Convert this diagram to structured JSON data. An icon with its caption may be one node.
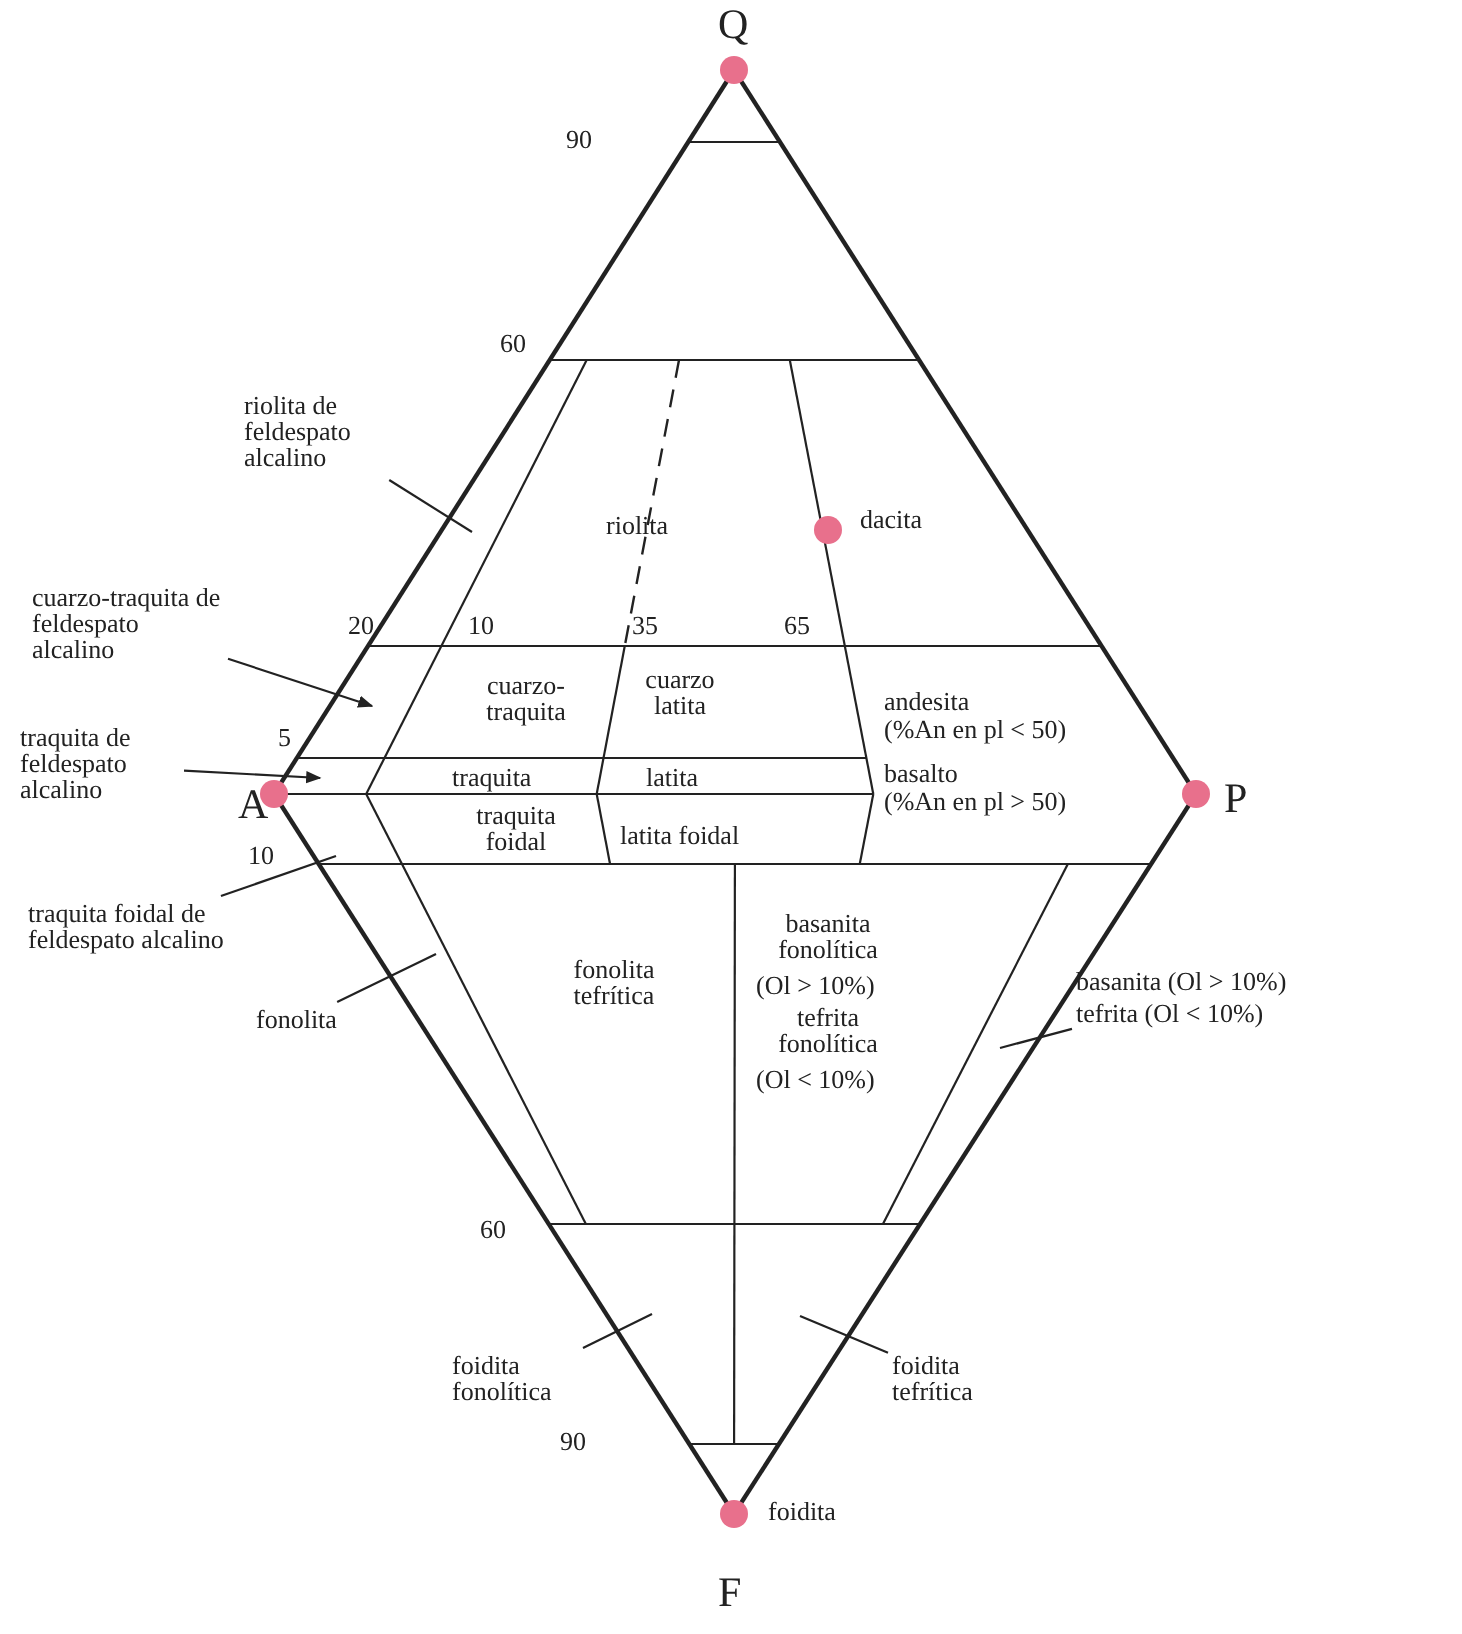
{
  "diagram": {
    "nodes": [
      {
        "text": [
          "riolita de feldespato alcalino"
        ]
      },
      {
        "text": [
          "cuarzo-traquita de feldespato alcalino"
        ]
      },
      {
        "text": [
          "traquita de feldespato alcalino"
        ]
      },
      {
        "text": [
          "traquita foidal de feldespato alcalino"
        ]
      },
      {
        "text": [
          "fonolita"
        ]
      },
      {
        "text": [
          "basanita (Ol > 10%)",
          "tefrita (Ol < 10%)"
        ]
      },
      {
        "text": [
          "foidita fonolítica"
        ]
      },
      {
        "text": [
          "foidita tefrítica"
        ]
      }
    ],
    "edges": [
      {
        "from": 0,
        "to": null,
        "arrow": "none"
      },
      {
        "from": 1,
        "to": null,
        "arrow": "to"
      },
      {
        "from": 2,
        "to": null,
        "arrow": "to"
      },
      {
        "from": 3,
        "to": null,
        "arrow": "none"
      },
      {
        "from": 4,
        "to": null,
        "arrow": "none"
      },
      {
        "from": 5,
        "to": null,
        "arrow": "none"
      },
      {
        "from": 6,
        "to": null,
        "arrow": "none"
      },
      {
        "from": 7,
        "to": null,
        "arrow": "none"
      }
    ],
    "labels": [
      "Q",
      "90",
      "60",
      "riolita",
      "dacita",
      "20",
      "10",
      "35",
      "65",
      "cuarzo-traquita",
      "cuarzo latita",
      "andesita",
      "5",
      "(%An en pl < 50)",
      "traquita",
      "latita",
      "basalto",
      "A",
      "(%An en pl > 50)",
      "P",
      "10",
      "traquita foidal",
      "latita foidal",
      "fonolita tefrítica",
      "basanita fonolítica",
      "(Ol > 10%)",
      "tefrita fonolítica",
      "(Ol < 10%)",
      "60",
      "90",
      "foidita",
      "F"
    ]
  }
}
